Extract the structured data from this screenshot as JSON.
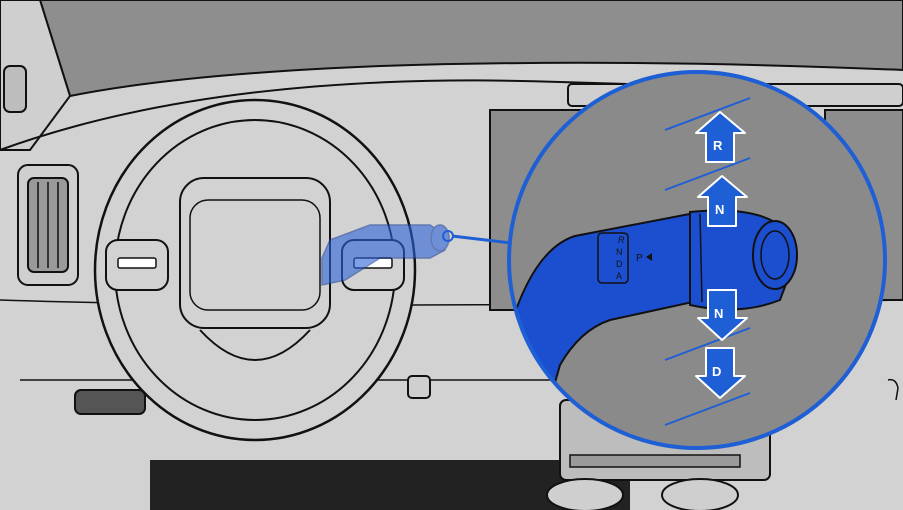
{
  "image": {
    "description_kind": "vehicle-gear-selector-illustration"
  },
  "colors": {
    "background_gray": "#d2d2d2",
    "windshield_gray": "#8e8e8e",
    "magnifier_gray": "#8a8a8a",
    "accent_blue": "#1f5fd6",
    "stalk_blue": "#1c4fcf",
    "outline": "#111111"
  },
  "gear_arrows": {
    "up_r": "R",
    "up_n": "N",
    "down_n": "N",
    "down_d": "D"
  },
  "stalk_labels": {
    "r": "R",
    "n": "N",
    "d": "D",
    "a": "A",
    "p": "P"
  },
  "icons": {
    "arrow_up": "arrow-up-icon",
    "arrow_down": "arrow-down-icon",
    "p_indicator": "triangle-left-icon"
  }
}
